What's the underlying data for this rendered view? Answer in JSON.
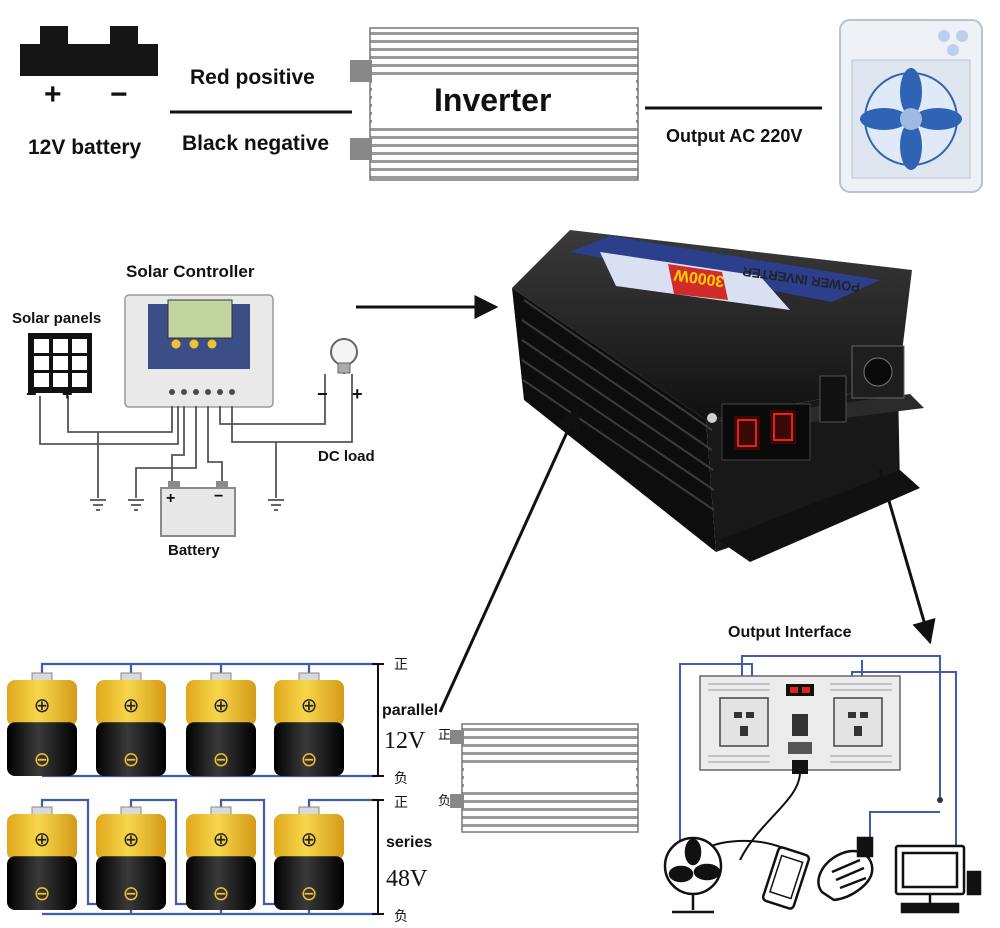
{
  "top_row": {
    "battery_label": "12V battery",
    "battery_plus": "+",
    "battery_minus": "−",
    "red_wire_label": "Red positive",
    "black_wire_label": "Black negative",
    "inverter_label": "Inverter",
    "output_label": "Output AC 220V"
  },
  "solar_section": {
    "controller_title": "Solar Controller",
    "panels_label": "Solar panels",
    "panel_minus": "−",
    "panel_plus": "+",
    "load_minus": "−",
    "load_plus": "+",
    "dc_load_label": "DC load",
    "battery_label": "Battery",
    "battery_plus": "+",
    "battery_minus": "−"
  },
  "inverter_photo": {
    "brand_text": "POWER INVERTER",
    "rating_text": "3000W"
  },
  "battery_banks": {
    "cell_plus": "⊕",
    "cell_minus": "⊖",
    "parallel_label": "parallel",
    "parallel_voltage": "12V",
    "series_label": "series",
    "series_voltage": "48V",
    "positive_cn": "正",
    "negative_cn": "负"
  },
  "output_interface": {
    "title": "Output Interface"
  },
  "colors": {
    "wire_blue": "#4a66b8",
    "battery_yellow": "#f2c230",
    "battery_black": "#151515",
    "inverter_body": "#1a1a1a",
    "display_red": "#e0231e"
  }
}
